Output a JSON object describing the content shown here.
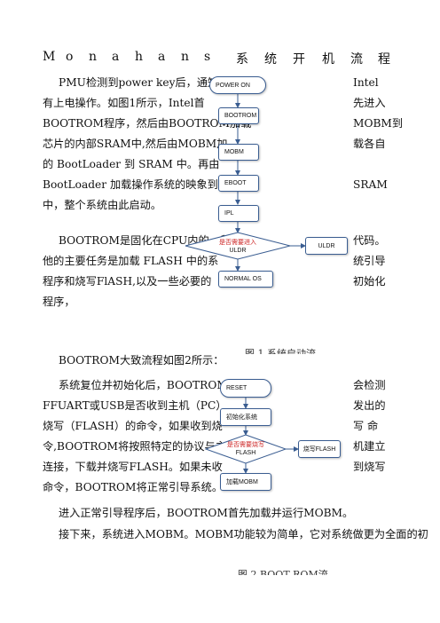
{
  "title": {
    "chars": [
      "M",
      "o",
      "n",
      "a",
      "h",
      "a",
      "n",
      "s",
      "系",
      "统",
      "开",
      "机",
      "流",
      "程"
    ]
  },
  "section1": {
    "lines": [
      "PMU检测到power key后，通知",
      "有上电操作。如图1所示，Intel首",
      "BOOTROM程序，然后由BOOTROM加载",
      "芯片的内部SRAM中,然后由MOBM加",
      "的 BootLoader 到 SRAM 中。再由",
      "BootLoader 加载操作系统的映象到",
      "中，整个系统由此启动。"
    ],
    "right_lines": [
      "Intel",
      "先进入",
      "MOBM到",
      "载各自",
      "",
      "SRAM",
      ""
    ]
  },
  "section2": {
    "lines": [
      "BOOTROM是固化在CPU内的一段",
      "他的主要任务是加载 FLASH 中的系",
      "程序和烧写FlASH,以及一些必要的",
      "程序，"
    ],
    "right_lines": [
      "代码。",
      "统引导",
      "初始化",
      ""
    ]
  },
  "fig1": {
    "nodes": {
      "power_on": "POWER ON",
      "bootrom": "BOOTROM",
      "mobm": "MOBM",
      "eboot": "EBOOT",
      "ipl": "IPL",
      "decision": [
        "是否需要进入",
        "ULDR"
      ],
      "uldr": "ULDR",
      "normal_os": "NORMAL OS"
    },
    "caption": "图 1  系统启动流"
  },
  "section3": {
    "intro": "BOOTROM大致流程如图2所示：",
    "lines": [
      "系统复位并初始化后，BOOTROM",
      "FFUART或USB是否收到主机（PC）",
      "烧写（FLASH）的命令，如果收到烧",
      "令,BOOTROM将按照特定的协议与主",
      "连接，下载并烧写FLASH。如果未收",
      "命令，BOOTROM将正常引导系统。"
    ],
    "right_lines": [
      "会检测",
      "发出的",
      "写   命",
      "机建立",
      "到烧写",
      ""
    ]
  },
  "fig2": {
    "nodes": {
      "reset": "RESET",
      "init": "初始化系统",
      "decision": [
        "是否需要烧写",
        "FLASH"
      ],
      "burn": "烧写FLASH",
      "load": "加载MOBM"
    },
    "caption": "图 2  BOOT ROM流"
  },
  "tail": {
    "line1": "进入正常引导程序后，BOOTROM首先加载并运行MOBM。",
    "line2": "接下来，系统进入MOBM。MOBM功能较为简单，它对系统做更为全面的初"
  }
}
